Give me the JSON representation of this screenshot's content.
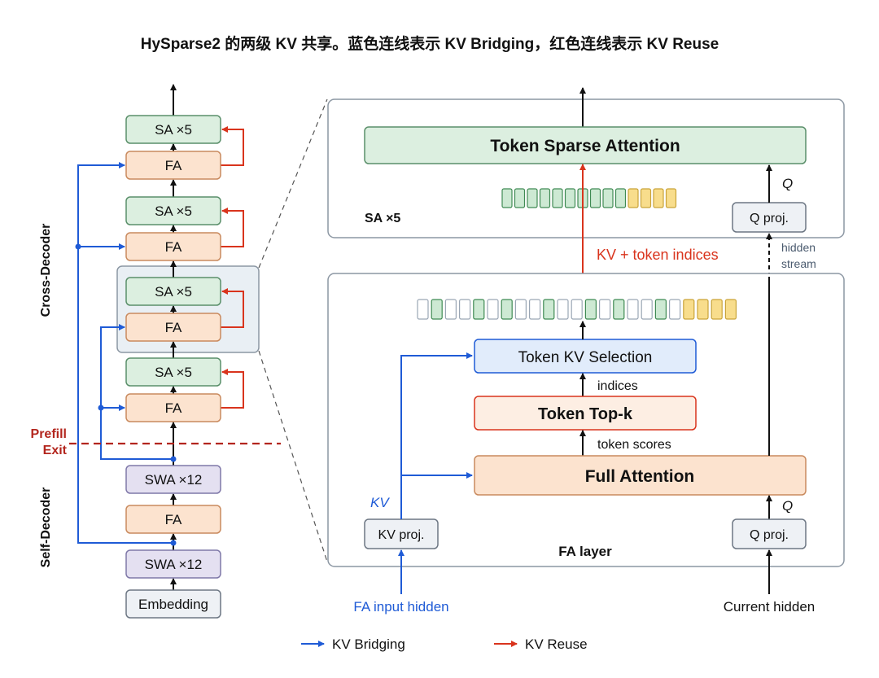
{
  "title": "HySparse2 的两级 KV 共享。蓝色连线表示 KV Bridging，红色连线表示 KV Reuse",
  "colors": {
    "blue": "#1f5bd6",
    "red": "#d9341d",
    "sa_fill": "#dcefe0",
    "sa_stroke": "#5a8f6a",
    "fa_fill": "#fce3cf",
    "fa_stroke": "#c98a5e",
    "swa_fill": "#e4e0f1",
    "swa_stroke": "#7f78a8",
    "gray_fill": "#eef1f5",
    "gray_stroke": "#6d7784",
    "panel_stroke": "#8c97a3"
  },
  "left": {
    "cross_decoder_label": "Cross-Decoder",
    "self_decoder_label": "Self-Decoder",
    "prefill_exit_line1": "Prefill",
    "prefill_exit_line2": "Exit",
    "blocks": [
      {
        "label": "SA ×5",
        "kind": "sa"
      },
      {
        "label": "FA",
        "kind": "fa"
      },
      {
        "label": "SA ×5",
        "kind": "sa"
      },
      {
        "label": "FA",
        "kind": "fa"
      },
      {
        "label": "SA ×5",
        "kind": "sa"
      },
      {
        "label": "FA",
        "kind": "fa"
      },
      {
        "label": "SA ×5",
        "kind": "sa"
      },
      {
        "label": "FA",
        "kind": "fa"
      },
      {
        "label": "SWA ×12",
        "kind": "swa"
      },
      {
        "label": "FA",
        "kind": "fa"
      },
      {
        "label": "SWA ×12",
        "kind": "swa"
      },
      {
        "label": "Embedding",
        "kind": "emb"
      }
    ]
  },
  "sa_panel": {
    "token_sparse_attention": "Token Sparse Attention",
    "label": "SA ×5",
    "q_label": "Q",
    "q_proj": "Q proj."
  },
  "fa_panel": {
    "label": "FA layer",
    "token_kv_selection": "Token KV Selection",
    "indices_label": "indices",
    "token_topk": "Token Top-k",
    "token_scores_label": "token scores",
    "full_attention": "Full Attention",
    "kv_label": "KV",
    "kv_proj": "KV proj.",
    "q_label": "Q",
    "q_proj": "Q proj."
  },
  "kv_token_indices_label": "KV + token indices",
  "hidden_stream_line1": "hidden",
  "hidden_stream_line2": "stream",
  "fa_input_hidden": "FA input hidden",
  "current_hidden": "Current hidden",
  "legend": {
    "kv_bridging": "KV Bridging",
    "kv_reuse": "KV Reuse"
  },
  "token_strip_top": [
    "g",
    "g",
    "g",
    "g",
    "g",
    "g",
    "g",
    "g",
    "g",
    "g",
    "y",
    "y",
    "y",
    "y"
  ],
  "token_strip_bottom": [
    "w",
    "g",
    "w",
    "w",
    "g",
    "w",
    "g",
    "w",
    "w",
    "g",
    "w",
    "w",
    "g",
    "w",
    "g",
    "w",
    "w",
    "g",
    "w",
    "y",
    "y",
    "y",
    "y"
  ]
}
